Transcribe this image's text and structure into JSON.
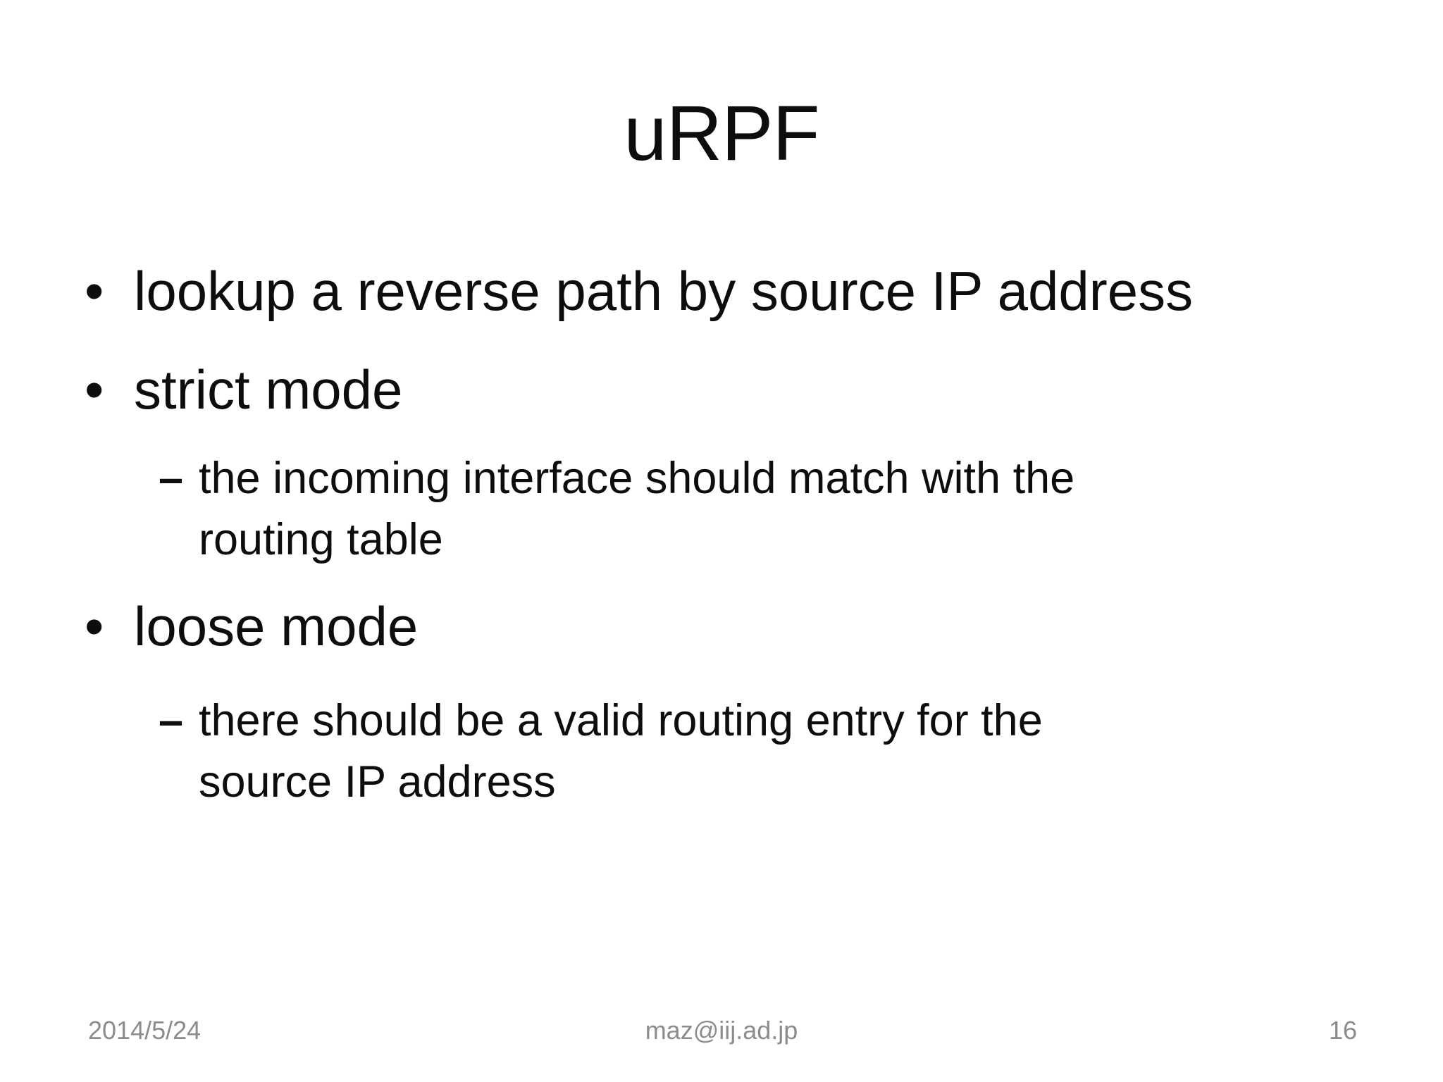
{
  "slide": {
    "title": "uRPF",
    "bullets": [
      {
        "level": 1,
        "marker": "•",
        "lines": [
          "lookup a reverse path by source IP address"
        ]
      },
      {
        "level": 1,
        "marker": "•",
        "lines": [
          "strict mode"
        ]
      },
      {
        "level": 2,
        "marker": "–",
        "lines": [
          "the incoming interface should match with the",
          "routing table"
        ]
      },
      {
        "level": 1,
        "marker": "•",
        "lines": [
          "loose mode"
        ]
      },
      {
        "level": 2,
        "marker": "–",
        "lines": [
          "there should be a valid routing entry for the",
          "source IP address"
        ]
      }
    ],
    "footer": {
      "date": "2014/5/24",
      "center": "maz@iij.ad.jp",
      "page": "16"
    },
    "colors": {
      "background": "#ffffff",
      "text": "#0d0d0d",
      "footer_text": "#8c8c8c"
    }
  }
}
